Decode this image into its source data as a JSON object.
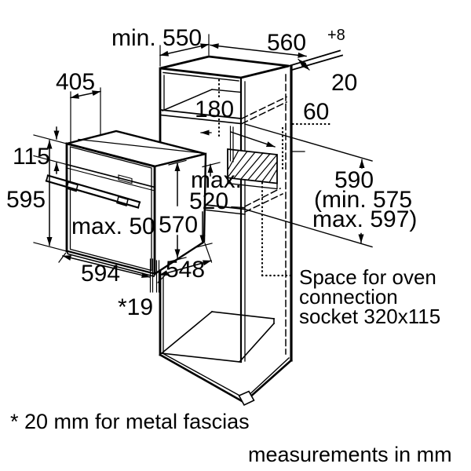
{
  "labels": {
    "niche_depth_min": "min. 550",
    "niche_width": "560",
    "niche_width_tolerance": "+8",
    "top_depth_405": "405",
    "wall_clearance_20": "20",
    "upper_compartment_180": "180",
    "socket_offset_60": "60",
    "fascia_height_115": "115",
    "oven_height_595": "595",
    "max_word": "max.",
    "niche_depth_max_520": "520",
    "niche_height_590": "590",
    "niche_height_min_575": "(min. 575",
    "niche_height_max_597": "max. 597)",
    "oven_body_570": "570",
    "door_protrusion_max_50": "max. 50",
    "oven_width_594": "594",
    "body_depth_548": "548",
    "fascia_gap_19": "*19"
  },
  "annotations": {
    "socket_line1": "Space for oven",
    "socket_line2": "connection",
    "socket_line3": "socket 320x115",
    "footnote": "* 20 mm for metal fascias",
    "units_note": "measurements in mm"
  },
  "colors": {
    "line": "#000000",
    "background": "#ffffff"
  }
}
